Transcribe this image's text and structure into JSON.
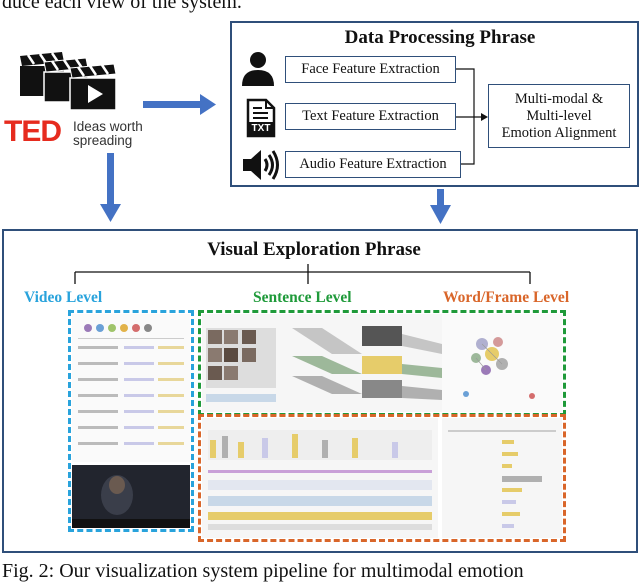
{
  "header_text": "duce each view of the system.",
  "caption_text": "Fig. 2: Our visualization system pipeline for multimodal emotion",
  "ted_logo": {
    "brand": "TED",
    "tagline_line1": "Ideas worth",
    "tagline_line2": "spreading"
  },
  "data_processing": {
    "title": "Data Processing Phrase",
    "features": [
      {
        "label": "Face Feature Extraction",
        "icon": "person-icon"
      },
      {
        "label": "Text Feature Extraction",
        "icon": "txt-file-icon",
        "icon_text": "TXT"
      },
      {
        "label": "Audio Feature Extraction",
        "icon": "speaker-icon"
      }
    ],
    "alignment_lines": [
      "Multi-modal &",
      "Multi-level",
      "Emotion Alignment"
    ]
  },
  "visual_exploration": {
    "title": "Visual Exploration Phrase",
    "levels": [
      {
        "label": "Video Level",
        "color": "#29a3dc"
      },
      {
        "label": "Sentence Level",
        "color": "#1f9a3a"
      },
      {
        "label": "Word/Frame Level",
        "color": "#d9662a"
      }
    ]
  },
  "colors": {
    "frame": "#2f4f7a",
    "arrow": "#4472c4"
  }
}
